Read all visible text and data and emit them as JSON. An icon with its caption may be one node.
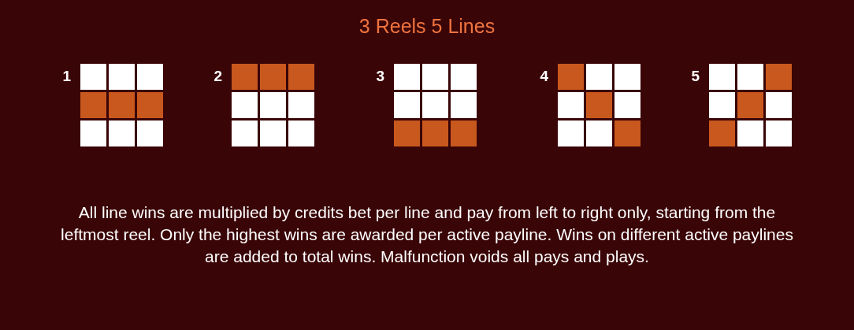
{
  "diagram": {
    "title": "3 Reels 5 Lines",
    "nodes": [
      {
        "text": [
          "1"
        ]
      },
      {
        "text": [
          "2"
        ]
      },
      {
        "text": [
          "3"
        ]
      },
      {
        "text": [
          "4"
        ]
      },
      {
        "text": [
          "5"
        ]
      }
    ],
    "caption": "All line wins are multiplied by credits bet per line and pay from left to right only, starting from the leftmost reel. Only the highest wins are awarded per active payline. Wins on different active paylines are added to total wins. Malfunction voids all pays and plays."
  }
}
